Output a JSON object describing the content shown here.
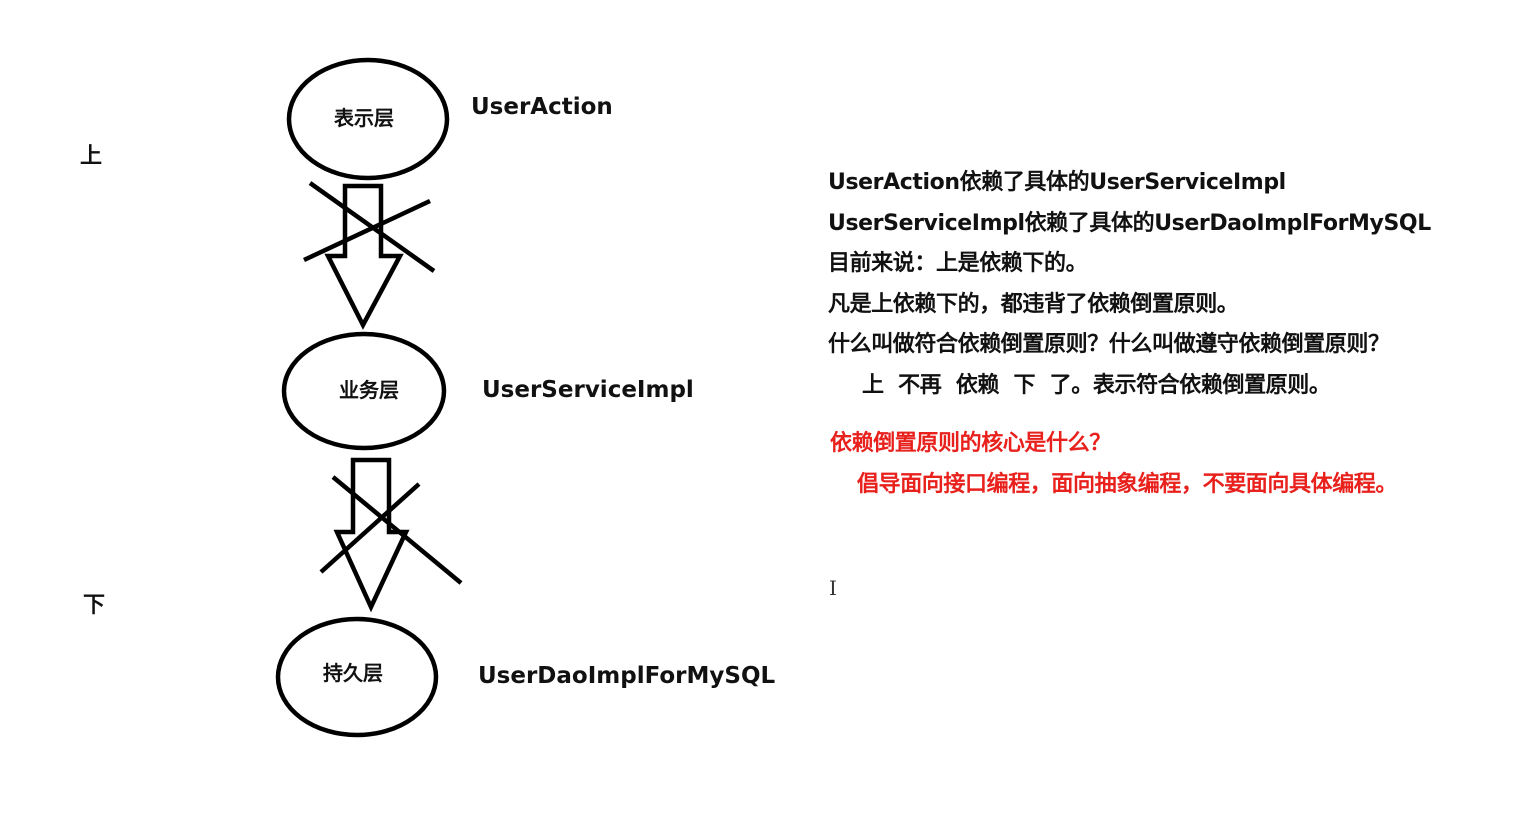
{
  "sides": {
    "up": "上",
    "down": "下"
  },
  "layers": [
    {
      "name": "表示层",
      "class_name": "UserAction"
    },
    {
      "name": "业务层",
      "class_name": "UserServiceImpl"
    },
    {
      "name": "持久层",
      "class_name": "UserDaoImplForMySQL"
    }
  ],
  "notes": [
    "UserAction依赖了具体的UserServiceImpl",
    "UserServiceImpl依赖了具体的UserDaoImplForMySQL",
    "目前来说：上是依赖下的。",
    "凡是上依赖下的，都违背了依赖倒置原则。",
    "什么叫做符合依赖倒置原则？什么叫做遵守依赖倒置原则？",
    "上  不再  依赖  下  了。表示符合依赖倒置原则。"
  ],
  "highlight": {
    "question": "依赖倒置原则的核心是什么？",
    "answer": "倡导面向接口编程，面向抽象编程，不要面向具体编程。",
    "color": "#e8211d"
  },
  "cursor_icon": "text-cursor-icon"
}
